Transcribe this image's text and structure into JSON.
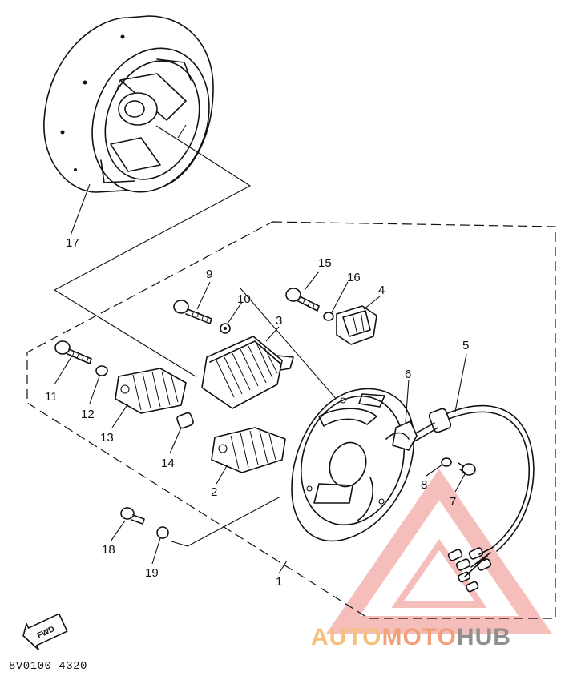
{
  "diagram": {
    "reference_code": "8V0100-4320",
    "fwd_badge": "FWD",
    "watermark": {
      "part_a": "AUTO",
      "part_b": "MOTO",
      "part_c": "HUB",
      "color_a": "#f6c07a",
      "color_b": "#f2a07a",
      "color_c": "#8f8f8f",
      "logo_color": "#f3a9a4"
    },
    "part_numbers": [
      "1",
      "2",
      "3",
      "4",
      "5",
      "6",
      "7",
      "8",
      "9",
      "10",
      "11",
      "12",
      "13",
      "14",
      "15",
      "16",
      "17",
      "18",
      "19"
    ]
  }
}
